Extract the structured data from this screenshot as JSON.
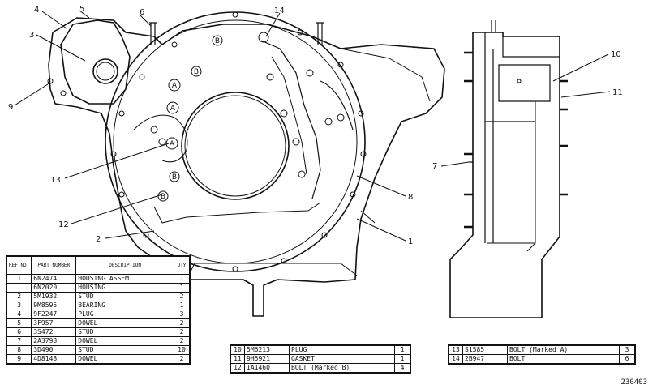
{
  "callouts": [
    {
      "id": "1",
      "label": "1"
    },
    {
      "id": "2",
      "label": "2"
    },
    {
      "id": "3",
      "label": "3"
    },
    {
      "id": "4",
      "label": "4"
    },
    {
      "id": "5",
      "label": "5"
    },
    {
      "id": "6",
      "label": "6"
    },
    {
      "id": "7",
      "label": "7"
    },
    {
      "id": "8",
      "label": "8"
    },
    {
      "id": "9",
      "label": "9"
    },
    {
      "id": "10",
      "label": "10"
    },
    {
      "id": "11",
      "label": "11"
    },
    {
      "id": "12",
      "label": "12"
    },
    {
      "id": "13",
      "label": "13"
    },
    {
      "id": "14",
      "label": "14"
    }
  ],
  "hole_marks": {
    "a": "A",
    "b": "B"
  },
  "main_table": {
    "headers": {
      "ref": "REF NO.",
      "part": "PART NUMBER",
      "desc": "DESCRIPTION",
      "qty": "QTY"
    },
    "rows": [
      {
        "ref": "1",
        "part": "6N2474",
        "desc": "HOUSING ASSEM.",
        "qty": "1"
      },
      {
        "ref": "",
        "part": "6N2020",
        "desc": "HOUSING",
        "qty": "1"
      },
      {
        "ref": "2",
        "part": "5M1932",
        "desc": "STUD",
        "qty": "2"
      },
      {
        "ref": "3",
        "part": "9M8595",
        "desc": "BEARING",
        "qty": "1"
      },
      {
        "ref": "4",
        "part": "9F2247",
        "desc": "PLUG",
        "qty": "3"
      },
      {
        "ref": "5",
        "part": "3F957",
        "desc": "DOWEL",
        "qty": "2"
      },
      {
        "ref": "6",
        "part": "3S472",
        "desc": "STUD",
        "qty": "2"
      },
      {
        "ref": "7",
        "part": "2A3798",
        "desc": "DOWEL",
        "qty": "2"
      },
      {
        "ref": "8",
        "part": "3D490",
        "desc": "STUD",
        "qty": "10"
      },
      {
        "ref": "9",
        "part": "4D8148",
        "desc": "DOWEL",
        "qty": "2"
      }
    ]
  },
  "mid_table": {
    "rows": [
      {
        "ref": "10",
        "part": "5M6213",
        "desc": "PLUG",
        "qty": "1"
      },
      {
        "ref": "11",
        "part": "9H5921",
        "desc": "GASKET",
        "qty": "1"
      },
      {
        "ref": "12",
        "part": "1A1460",
        "desc": "BOLT (Marked B)",
        "qty": "4"
      }
    ]
  },
  "right_table": {
    "rows": [
      {
        "ref": "13",
        "part": "S1585",
        "desc": "BOLT (Marked A)",
        "qty": "3"
      },
      {
        "ref": "14",
        "part": "2B947",
        "desc": "BOLT",
        "qty": "6"
      }
    ]
  },
  "catalog_number": "230403"
}
